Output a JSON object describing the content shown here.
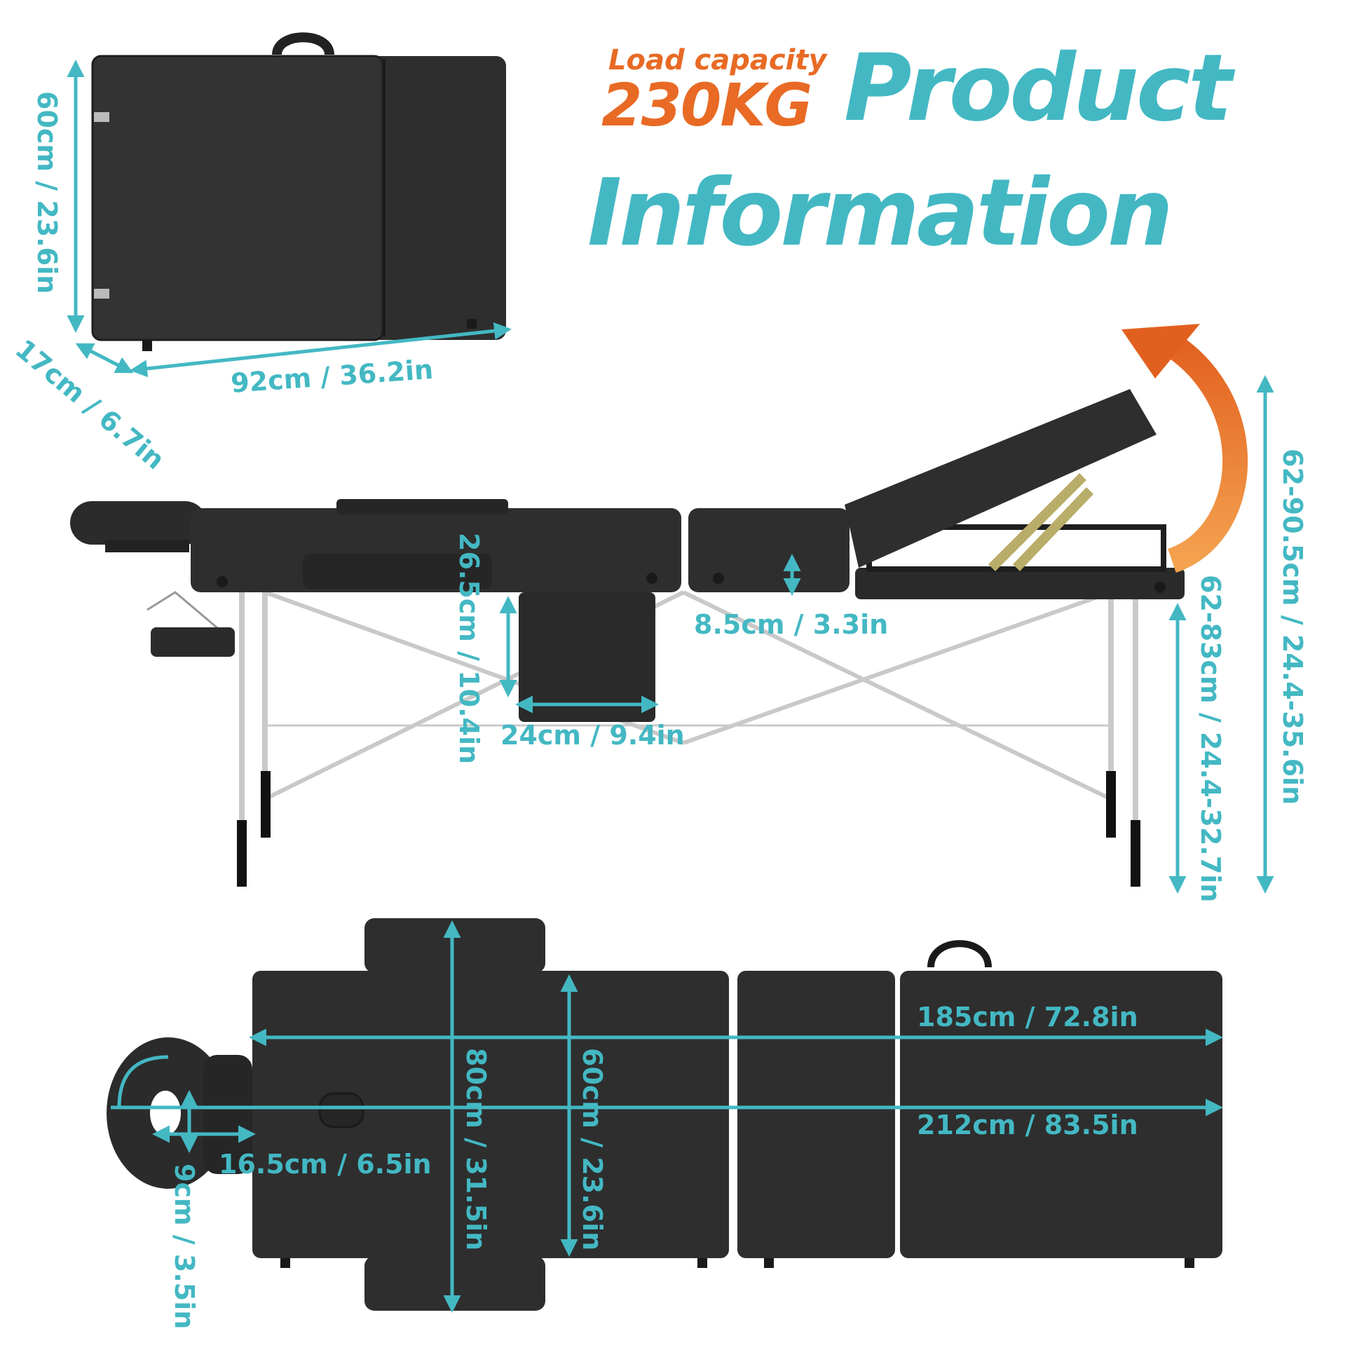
{
  "header": {
    "load_label": "Load capacity",
    "load_value": "230KG",
    "title_line1": "Product",
    "title_line2": "Information"
  },
  "case": {
    "height": "60cm / 23.6in",
    "width": "92cm / 36.2in",
    "depth": "17cm / 6.7in"
  },
  "side_view": {
    "hole_depth": "26.5cm / 10.4in",
    "hole_width": "24cm / 9.4in",
    "thickness": "8.5cm / 3.3in",
    "height_range": "62-83cm / 24.4-32.7in",
    "backrest_height_range": "62-90.5cm / 24.4-35.6in"
  },
  "top_view": {
    "length": "185cm / 72.8in",
    "total_length": "212cm / 83.5in",
    "width_with_arms": "80cm / 31.5in",
    "width": "60cm / 23.6in",
    "face_hole_width": "16.5cm / 6.5in",
    "face_hole_height": "9cm / 3.5in"
  },
  "colors": {
    "accent": "#43b8c3",
    "orange": "#e86a24",
    "table": "#2e2e2e",
    "frame": "#c9c9c9",
    "hinge": "#b9ad6a"
  }
}
